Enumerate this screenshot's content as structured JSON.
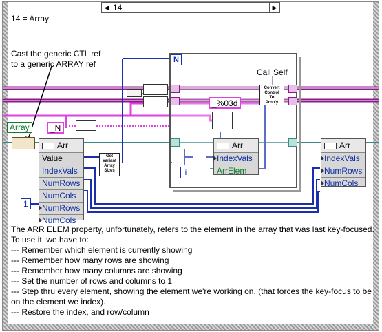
{
  "case_selector": {
    "value": "14"
  },
  "case_label": "14 = Array",
  "cast_comment": [
    "Cast the generic CTL ref",
    "to a generic ARRAY ref"
  ],
  "array_constant": "Array",
  "n_label": "N",
  "n_const": "_N",
  "format_const": "_%03d",
  "call_self_label": "Call Self",
  "index_i": "i",
  "const_one": "1",
  "subvi_variant": [
    "Get",
    "Variant",
    "Array",
    "Sizes"
  ],
  "subvi_convert": [
    "Convert",
    "Control",
    "To",
    "Prop'y"
  ],
  "nodes": {
    "left": {
      "class": "Arr",
      "rows": [
        "Value",
        "IndexVals",
        "NumRows",
        "NumCols",
        "NumRows",
        "NumCols"
      ]
    },
    "inner": {
      "class": "Arr",
      "rows": [
        "IndexVals",
        "ArrElem"
      ]
    },
    "right": {
      "class": "Arr",
      "rows": [
        "IndexVals",
        "NumRows",
        "NumCols"
      ]
    }
  },
  "notes": [
    "The ARR ELEM property, unfortunately, refers to the element in the array that was last key-focused.",
    "To use it, we have to:",
    "--- Remember which element is currently showing",
    "--- Remember how many rows are showing",
    "--- Remember how many columns are showing",
    "--- Set the number of rows and columns to 1",
    "--- Step thru every element, showing the element we're working on. (that forces the key-focus to be",
    "on the element we index).",
    "--- Restore the index, and row/column"
  ],
  "colors": {
    "ref_wire": "#3a8a8a",
    "pink_wire": "#e040e0",
    "purple_wire": "#8d1a8d",
    "blue_wire": "#1a2fb0",
    "orange_wire": "#d07020"
  }
}
